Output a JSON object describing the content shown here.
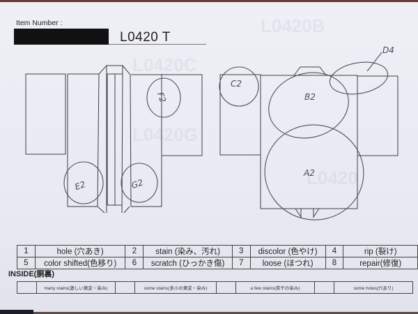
{
  "form": {
    "item_number_label": "Item Number :",
    "item_number_value": "L0420 T",
    "redacted": true
  },
  "diagrams": {
    "front": {
      "annotations": [
        {
          "id": "F2",
          "label": "F2",
          "position": "right sleeve top"
        },
        {
          "id": "E2",
          "label": "E2",
          "position": "left front hem"
        },
        {
          "id": "G2",
          "label": "G2",
          "position": "right front hem"
        }
      ]
    },
    "back": {
      "annotations": [
        {
          "id": "C2",
          "label": "C2",
          "position": "left sleeve top"
        },
        {
          "id": "B2",
          "label": "B2",
          "position": "upper back"
        },
        {
          "id": "A2",
          "label": "A2",
          "position": "lower back"
        },
        {
          "id": "D4",
          "label": "D4",
          "position": "right shoulder"
        }
      ]
    }
  },
  "legend": {
    "rows": [
      [
        {
          "num": "1",
          "text": "hole (穴あき)"
        },
        {
          "num": "2",
          "text": "stain (染み、汚れ)"
        },
        {
          "num": "3",
          "text": "discolor (色やけ)"
        },
        {
          "num": "4",
          "text": "rip (裂け)"
        }
      ],
      [
        {
          "num": "5",
          "text": "color shifted(色移り)"
        },
        {
          "num": "6",
          "text": "scratch (ひっかき傷)"
        },
        {
          "num": "7",
          "text": "loose (ほつれ)"
        },
        {
          "num": "8",
          "text": "repair(修復)"
        }
      ]
    ]
  },
  "inside": {
    "label": "INSIDE(胴裏)",
    "options": [
      {
        "text": "many stains(激しい黄変・染み)",
        "checked": false
      },
      {
        "text": "some stains(多小の黄変・染み)",
        "checked": false
      },
      {
        "text": "a few stains(若干の染み)",
        "checked": false
      },
      {
        "text": "some holes(穴あり)",
        "checked": false
      }
    ]
  },
  "colors": {
    "paper": "#eceef5",
    "ink": "#333333",
    "pencil": "#555560"
  }
}
